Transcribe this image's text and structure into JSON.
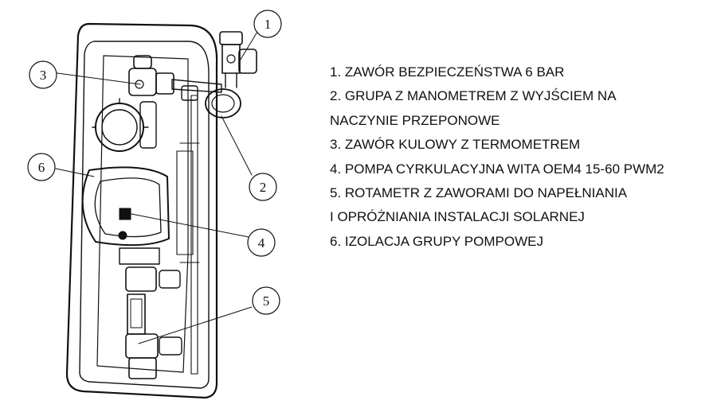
{
  "callouts": [
    {
      "num": "1"
    },
    {
      "num": "2"
    },
    {
      "num": "3"
    },
    {
      "num": "4"
    },
    {
      "num": "5"
    },
    {
      "num": "6"
    }
  ],
  "legend": {
    "lines": [
      "1. ZAWÓR BEZPIECZEŃSTWA 6 BAR",
      "2. GRUPA Z MANOMETREM Z WYJŚCIEM NA",
      "NACZYNIE PRZEPONOWE",
      "3. ZAWÓR KULOWY Z TERMOMETREM",
      "4. POMPA CYRKULACYJNA WITA OEM4 15-60 PWM2",
      "5. ROTAMETR Z ZAWORAMI DO NAPEŁNIANIA",
      "I OPRÓŻNIANIA INSTALACJI SOLARNEJ",
      "6. IZOLACJA GRUPY POMPOWEJ"
    ]
  }
}
